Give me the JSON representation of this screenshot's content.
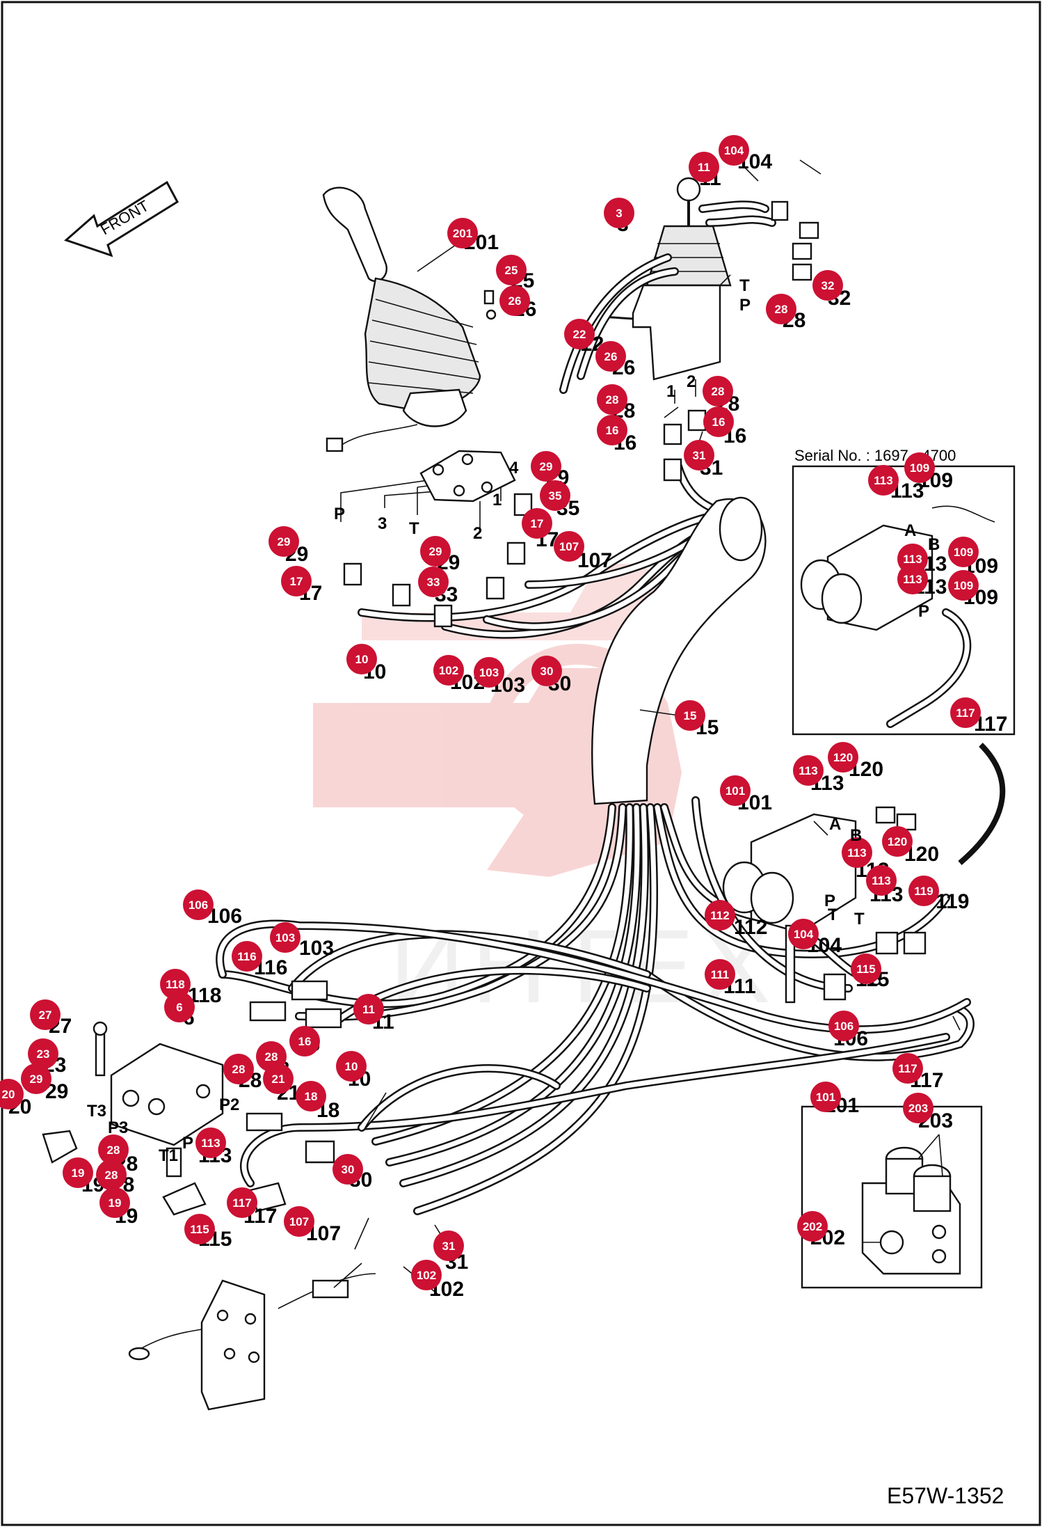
{
  "diagram_code": "E57W-1352",
  "front_label": "FRONT",
  "serial_note": "Serial No. : 1697 - 4700",
  "watermark_text": "ИНТЕХ",
  "colors": {
    "badge": "#cc1133",
    "watermark": "#f4b4b4",
    "line": "#111111"
  },
  "icons": [
    "front-arrow-icon",
    "joystick-icon",
    "pilot-valve-icon",
    "solenoid-valve-icon",
    "control-block-icon",
    "mounting-plate-icon",
    "hose-bundle-icon"
  ],
  "parts": [
    {
      "id": "p201",
      "label": "201",
      "badge": "201"
    },
    {
      "id": "p25",
      "label": "25",
      "badge": "25"
    },
    {
      "id": "p26a",
      "label": "26",
      "badge": "26"
    },
    {
      "id": "p3",
      "label": "3",
      "badge": "3"
    },
    {
      "id": "p11a",
      "label": "11",
      "badge": "11"
    },
    {
      "id": "p104a",
      "label": "104",
      "badge": "104"
    },
    {
      "id": "p32",
      "label": "32",
      "badge": "32"
    },
    {
      "id": "p28a",
      "label": "28",
      "badge": "28"
    },
    {
      "id": "p22",
      "label": "22",
      "badge": "22"
    },
    {
      "id": "p26b",
      "label": "26",
      "badge": "26"
    },
    {
      "id": "p28b",
      "label": "28",
      "badge": "28"
    },
    {
      "id": "p28c",
      "label": "28",
      "badge": "28"
    },
    {
      "id": "p16a",
      "label": "16",
      "badge": "16"
    },
    {
      "id": "p16b",
      "label": "16",
      "badge": "16"
    },
    {
      "id": "p31a",
      "label": "31",
      "badge": "31"
    },
    {
      "id": "p29a",
      "label": "29",
      "badge": "29"
    },
    {
      "id": "p35",
      "label": "35",
      "badge": "35"
    },
    {
      "id": "p17a",
      "label": "17",
      "badge": "17"
    },
    {
      "id": "p107a",
      "label": "107",
      "badge": "107"
    },
    {
      "id": "p29b",
      "label": "29",
      "badge": "29"
    },
    {
      "id": "p29c",
      "label": "29",
      "badge": "29"
    },
    {
      "id": "p17b",
      "label": "17",
      "badge": "17"
    },
    {
      "id": "p33",
      "label": "33",
      "badge": "33"
    },
    {
      "id": "p10a",
      "label": "10",
      "badge": "10"
    },
    {
      "id": "p102a",
      "label": "102",
      "badge": "102"
    },
    {
      "id": "p103a",
      "label": "103",
      "badge": "103"
    },
    {
      "id": "p30a",
      "label": "30",
      "badge": "30"
    },
    {
      "id": "p15",
      "label": "15",
      "badge": "15"
    },
    {
      "id": "p113a",
      "label": "113",
      "badge": "113"
    },
    {
      "id": "p109a",
      "label": "109",
      "badge": "109"
    },
    {
      "id": "p113b",
      "label": "113",
      "badge": "113"
    },
    {
      "id": "p109b",
      "label": "109",
      "badge": "109"
    },
    {
      "id": "p113c",
      "label": "113",
      "badge": "113"
    },
    {
      "id": "p109c",
      "label": "109",
      "badge": "109"
    },
    {
      "id": "p117a",
      "label": "117",
      "badge": "117"
    },
    {
      "id": "p113d",
      "label": "113",
      "badge": "113"
    },
    {
      "id": "p120a",
      "label": "120",
      "badge": "120"
    },
    {
      "id": "p101a",
      "label": "101",
      "badge": "101"
    },
    {
      "id": "p120b",
      "label": "120",
      "badge": "120"
    },
    {
      "id": "p113e",
      "label": "113",
      "badge": "113"
    },
    {
      "id": "p113f",
      "label": "113",
      "badge": "113"
    },
    {
      "id": "p119",
      "label": "119",
      "badge": "119"
    },
    {
      "id": "p112",
      "label": "112",
      "badge": "112"
    },
    {
      "id": "p104b",
      "label": "104",
      "badge": "104"
    },
    {
      "id": "p115a",
      "label": "115",
      "badge": "115"
    },
    {
      "id": "p111",
      "label": "111",
      "badge": "111"
    },
    {
      "id": "p106a",
      "label": "106",
      "badge": "106"
    },
    {
      "id": "p117b",
      "label": "117",
      "badge": "117"
    },
    {
      "id": "p101b",
      "label": "101",
      "badge": "101"
    },
    {
      "id": "p203",
      "label": "203",
      "badge": "203"
    },
    {
      "id": "p202",
      "label": "202",
      "badge": "202"
    },
    {
      "id": "p106b",
      "label": "106",
      "badge": "106"
    },
    {
      "id": "p103b",
      "label": "103",
      "badge": "103"
    },
    {
      "id": "p116",
      "label": "116",
      "badge": "116"
    },
    {
      "id": "p118",
      "label": "118",
      "badge": "118"
    },
    {
      "id": "p6",
      "label": "6",
      "badge": "6"
    },
    {
      "id": "p11b",
      "label": "11",
      "badge": "11"
    },
    {
      "id": "p27",
      "label": "27",
      "badge": "27"
    },
    {
      "id": "p16c",
      "label": "16",
      "badge": "16"
    },
    {
      "id": "p23",
      "label": "23",
      "badge": "23"
    },
    {
      "id": "p28d",
      "label": "28",
      "badge": "28"
    },
    {
      "id": "p28e",
      "label": "28",
      "badge": "28"
    },
    {
      "id": "p21",
      "label": "21",
      "badge": "21"
    },
    {
      "id": "p10b",
      "label": "10",
      "badge": "10"
    },
    {
      "id": "p29d",
      "label": "29",
      "badge": "29"
    },
    {
      "id": "p20",
      "label": "20",
      "badge": "20"
    },
    {
      "id": "p18",
      "label": "18",
      "badge": "18"
    },
    {
      "id": "p28f",
      "label": "28",
      "badge": "28"
    },
    {
      "id": "p19a",
      "label": "19",
      "badge": "19"
    },
    {
      "id": "p113g",
      "label": "113",
      "badge": "113"
    },
    {
      "id": "p28g",
      "label": "28",
      "badge": "28"
    },
    {
      "id": "p19b",
      "label": "19",
      "badge": "19"
    },
    {
      "id": "p117c",
      "label": "117",
      "badge": "117"
    },
    {
      "id": "p115b",
      "label": "115",
      "badge": "115"
    },
    {
      "id": "p30b",
      "label": "30",
      "badge": "30"
    },
    {
      "id": "p107b",
      "label": "107",
      "badge": "107"
    },
    {
      "id": "p31b",
      "label": "31",
      "badge": "31"
    },
    {
      "id": "p102b",
      "label": "102",
      "badge": "102"
    }
  ],
  "port_labels": [
    {
      "id": "ptP1",
      "text": "P"
    },
    {
      "id": "pt3",
      "text": "3"
    },
    {
      "id": "ptT1",
      "text": "T"
    },
    {
      "id": "pt2",
      "text": "2"
    },
    {
      "id": "pt1a",
      "text": "1"
    },
    {
      "id": "pt4",
      "text": "4"
    },
    {
      "id": "ptT2",
      "text": "T"
    },
    {
      "id": "ptP2",
      "text": "P"
    },
    {
      "id": "pt1b",
      "text": "1"
    },
    {
      "id": "pt2b",
      "text": "2"
    },
    {
      "id": "ptA1",
      "text": "A"
    },
    {
      "id": "ptB1",
      "text": "B"
    },
    {
      "id": "ptP3",
      "text": "P"
    },
    {
      "id": "ptA2",
      "text": "A"
    },
    {
      "id": "ptB2",
      "text": "B"
    },
    {
      "id": "ptP4",
      "text": "P"
    },
    {
      "id": "ptT3",
      "text": "T"
    },
    {
      "id": "ptT4",
      "text": "T"
    },
    {
      "id": "ptT3b",
      "text": "T3"
    },
    {
      "id": "ptP3b",
      "text": "P3"
    },
    {
      "id": "ptP2b",
      "text": "P2"
    },
    {
      "id": "ptPb",
      "text": "P"
    },
    {
      "id": "ptT1b",
      "text": "T1"
    }
  ]
}
